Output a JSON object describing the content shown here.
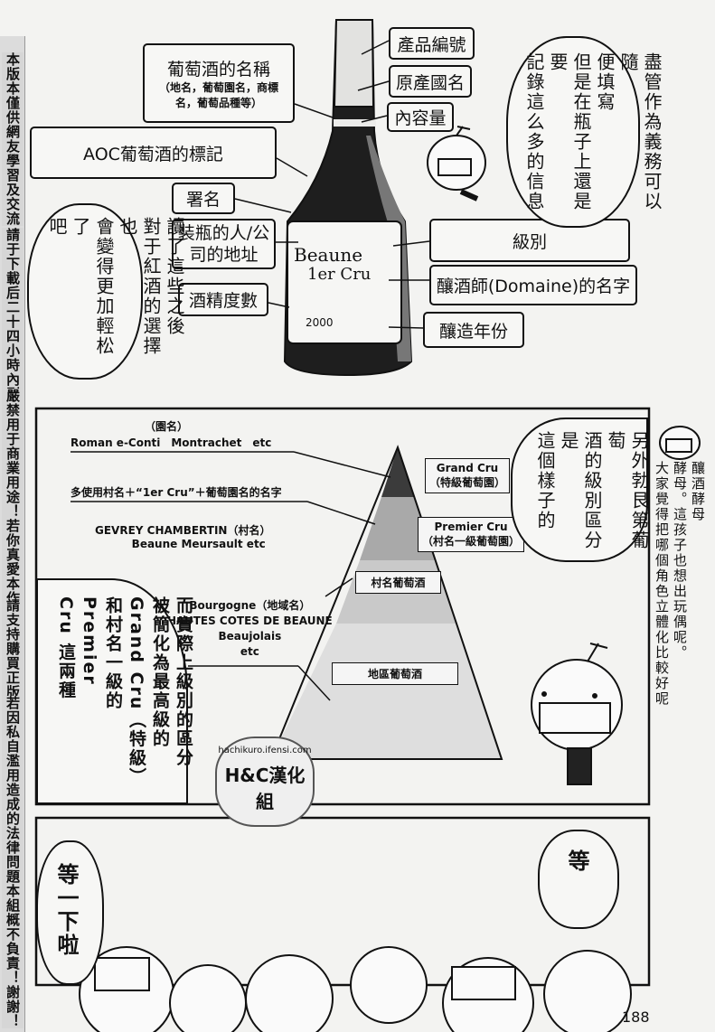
{
  "notice": [
    "本版本僅供網友學習及交流",
    "請于下載后二十四小時內刪除",
    "嚴禁用于商業用途！若你真愛本作品",
    "請支持購買正版",
    "若因私自濫用造成的法律問題本組概不負責！謝謝！"
  ],
  "bottle_labels": {
    "product_no": "產品編號",
    "origin": "原產國名",
    "volume": "內容量",
    "wine_name": "葡萄酒的名稱",
    "wine_name_note": "（地名，葡萄園名，商標名，葡萄品種等）",
    "aoc": "AOC葡萄酒的標記",
    "signature": "署名",
    "bottler": "裝瓶的人/公司的地址",
    "alcohol": "酒精度數",
    "grade": "級別",
    "domaine": "釀酒師(Domaine)的名字",
    "vintage": "釀造年份"
  },
  "wine_label": {
    "name": "Beaune",
    "cru": "1er Cru",
    "year": "2000"
  },
  "bubbles": {
    "top_right": [
      "盡管作為義務可以隨",
      "便填寫",
      "但是在瓶子上還是要",
      "記錄這么多的信息"
    ],
    "top_left": [
      "讀了這些之後",
      "對于紅酒的選擇也",
      "會變得更加輕松了",
      "吧"
    ],
    "pyramid_right": [
      "另外勃艮第葡萄",
      "酒的級別區分是",
      "這個樣子的"
    ],
    "pyramid_left": [
      "而實際上級別的區分",
      "被簡化為最高級的",
      "Grand Cru（特級）",
      "和村名一級的 Premier",
      "Cru 這兩種"
    ],
    "bottom_right": "等",
    "bottom_left": "等一下啦"
  },
  "pyramid": {
    "grand_note": "（園名）",
    "grand_examples": "Roman e-Conti　Montrachet　etc",
    "premier_examples": "多使用村名＋“1er Cru”＋葡萄園名的名字",
    "village_examples": [
      "GEVREY CHAMBERTIN（村名）",
      "Beaune Meursault etc"
    ],
    "regional_examples": [
      "Bourgogne（地域名）",
      "HAUTES COTES DE BEAUNE",
      "Beaujolais",
      "etc"
    ],
    "tiers": [
      {
        "name": "Grand Cru",
        "sub": "（特級葡萄園）"
      },
      {
        "name": "Premier Cru",
        "sub": "（村名一級葡萄園）"
      },
      {
        "name": "村名葡萄酒"
      },
      {
        "name": "地區葡萄酒"
      }
    ]
  },
  "side_note": [
    "釀酒酵母",
    "酵母。這孩子也想出玩偶呢。",
    "大家覺得把哪個角色立體化比較好呢"
  ],
  "watermark": {
    "url": "hachikuro.ifensi.com",
    "group": "H&C漢化組"
  },
  "page_number": "188"
}
